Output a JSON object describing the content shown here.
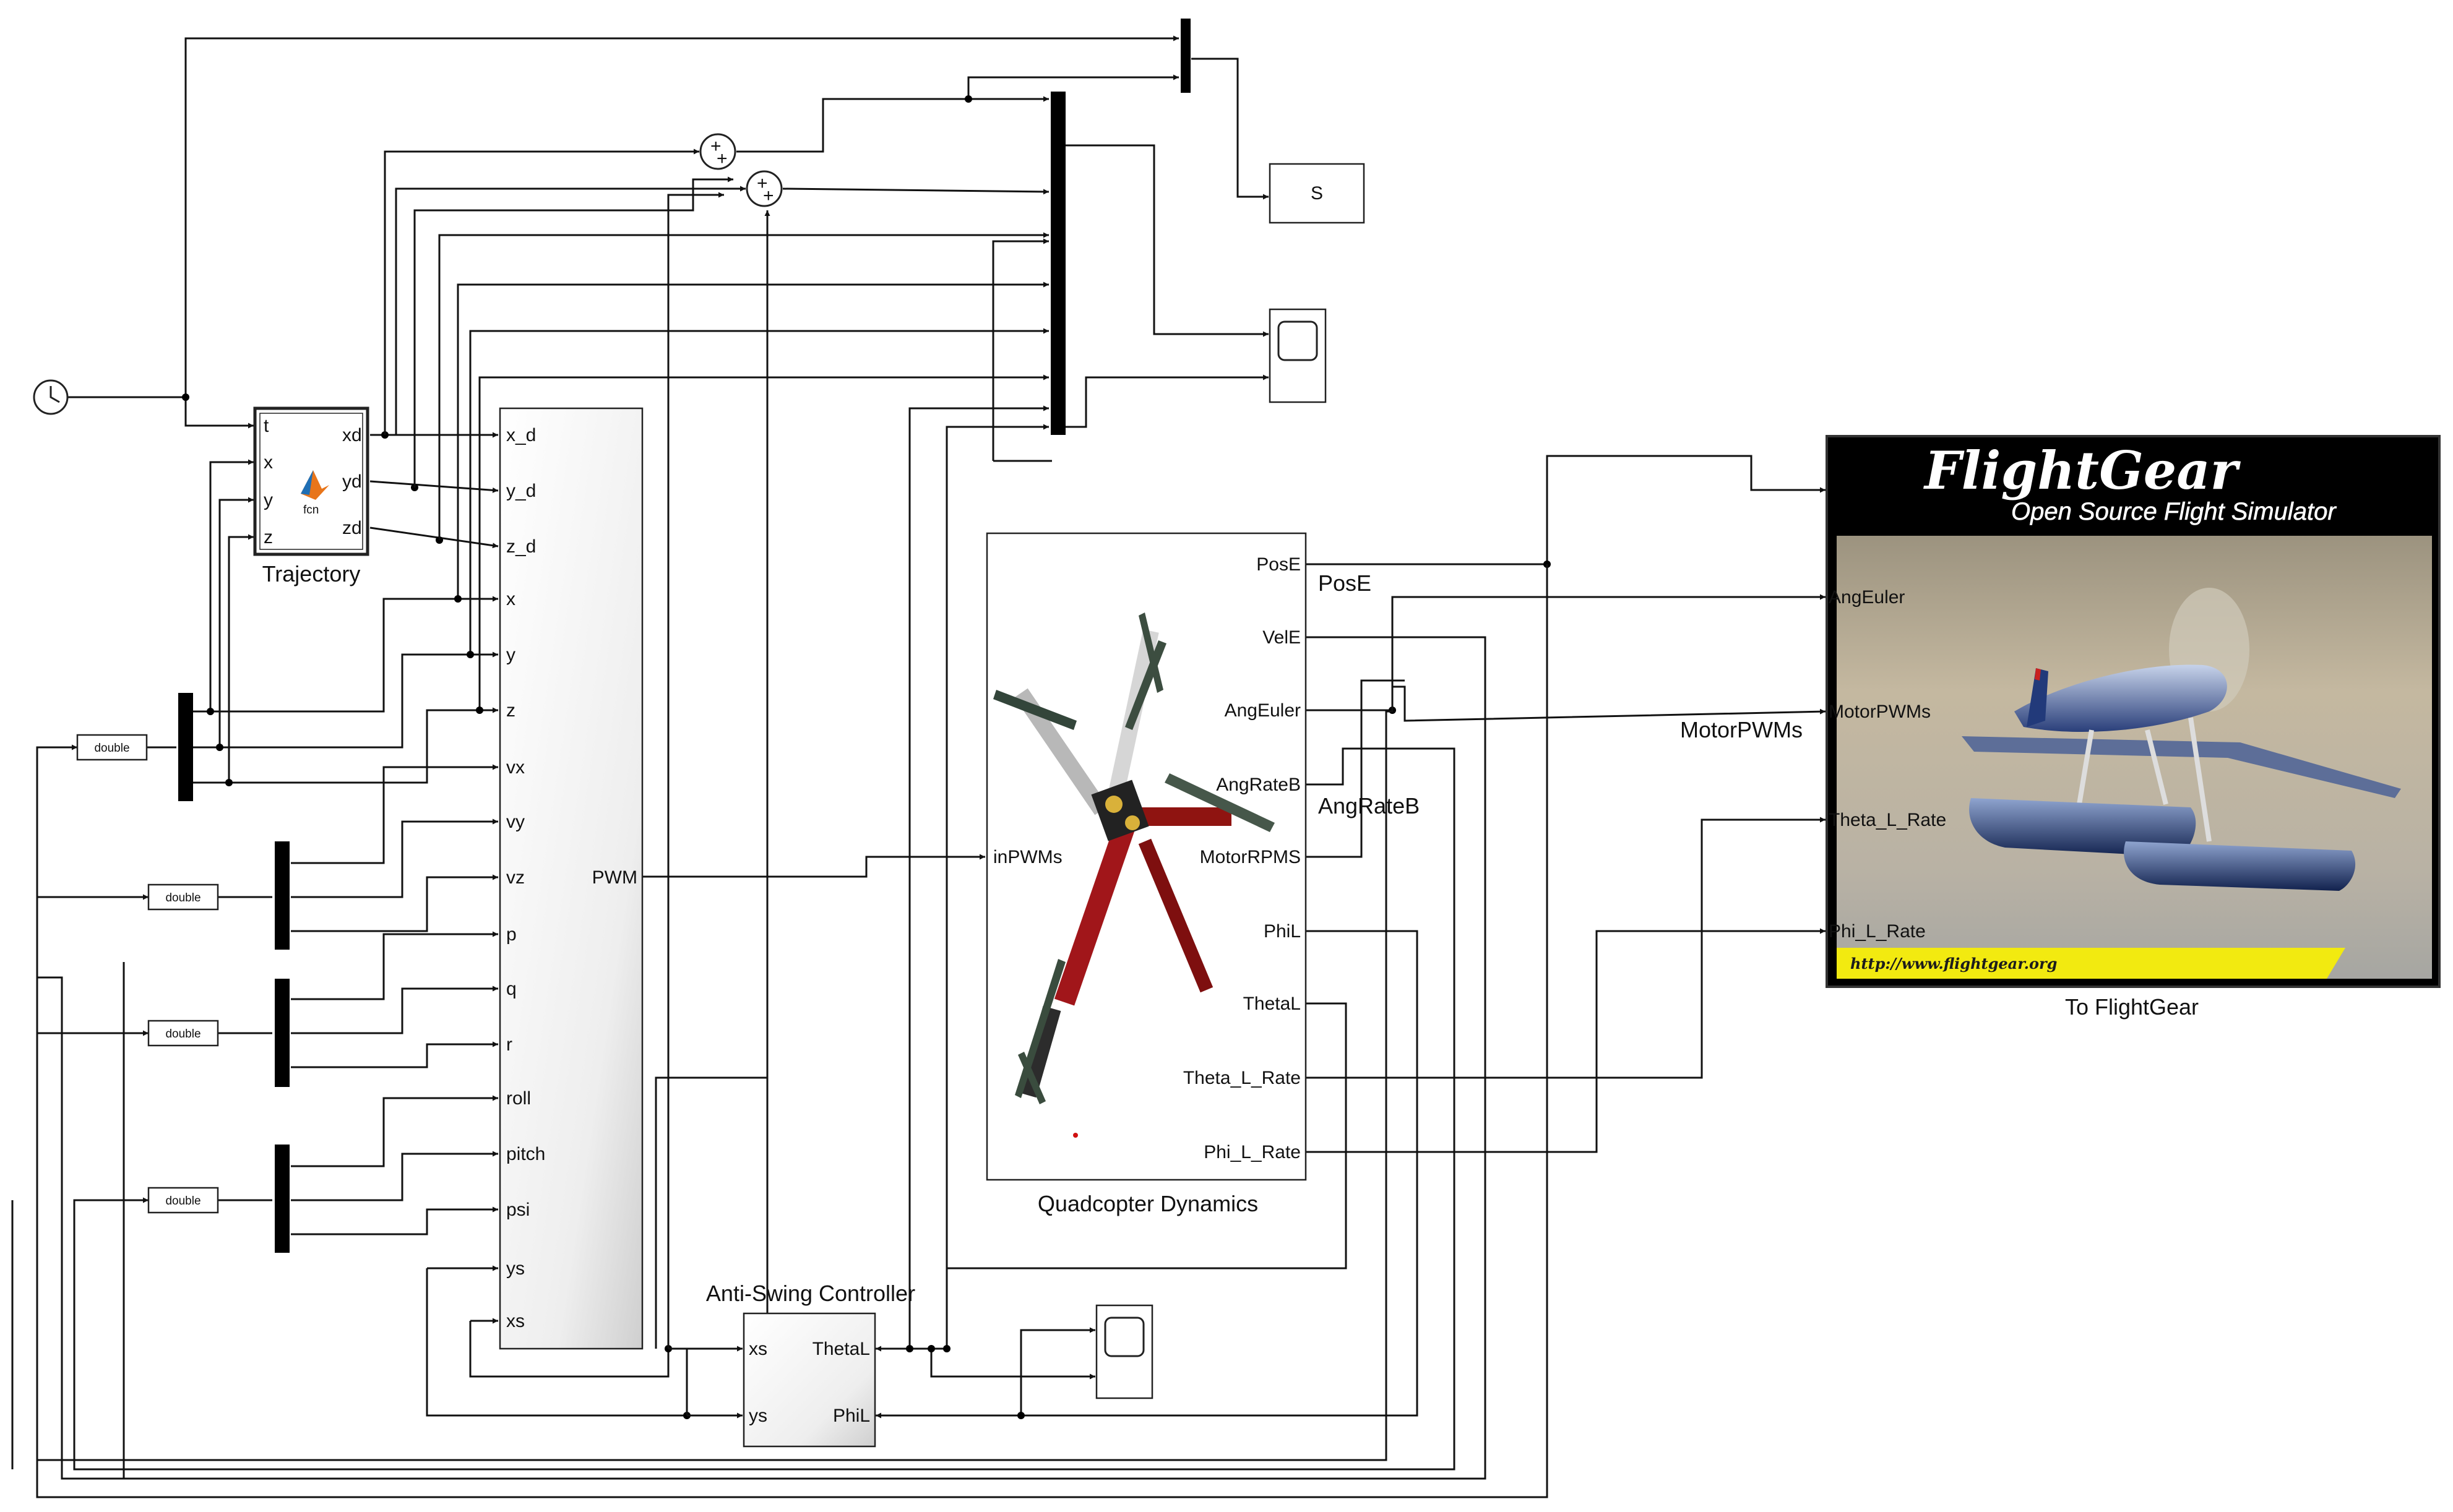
{
  "trajectory": {
    "label": "Trajectory",
    "fcn": "fcn",
    "inputs": [
      "t",
      "x",
      "y",
      "z"
    ],
    "outputs": [
      "xd",
      "yd",
      "zd"
    ]
  },
  "controller": {
    "inputs": [
      "x_d",
      "y_d",
      "z_d",
      "x",
      "y",
      "z",
      "vx",
      "vy",
      "vz",
      "p",
      "q",
      "r",
      "roll",
      "pitch",
      "psi",
      "ys",
      "xs"
    ],
    "output": "PWM"
  },
  "dynamics": {
    "label": "Quadcopter Dynamics",
    "input": "inPWMs",
    "outputs": [
      "PosE",
      "VelE",
      "AngEuler",
      "AngRateB",
      "MotorRPMS",
      "PhiL",
      "ThetaL",
      "Theta_L_Rate",
      "Phi_L_Rate"
    ],
    "image": "quadcopter-3d-image"
  },
  "anti_swing": {
    "label": "Anti-Swing Controller",
    "inputs": [
      "xs",
      "ys"
    ],
    "outputs": [
      "ThetaL",
      "PhiL"
    ]
  },
  "flightgear": {
    "title": "FlightGear",
    "subtitle": "Open Source Flight Simulator",
    "url": "http://www.flightgear.org",
    "inputs": [
      "AngEuler",
      "MotorPWMs",
      "Theta_L_Rate",
      "Phi_L_Rate"
    ],
    "label": "To FlightGear"
  },
  "signal_labels": {
    "pose": "PosE",
    "angrateb": "AngRateB",
    "motorpwms": "MotorPWMs"
  },
  "conversions": [
    "double",
    "double",
    "double",
    "double"
  ],
  "to_workspace": "S",
  "sum_signs": [
    "+",
    "+"
  ],
  "colors": {
    "flightgear_bg": "#000000",
    "flightgear_banner": "#f2ea10",
    "sky": "#b7aa93"
  }
}
